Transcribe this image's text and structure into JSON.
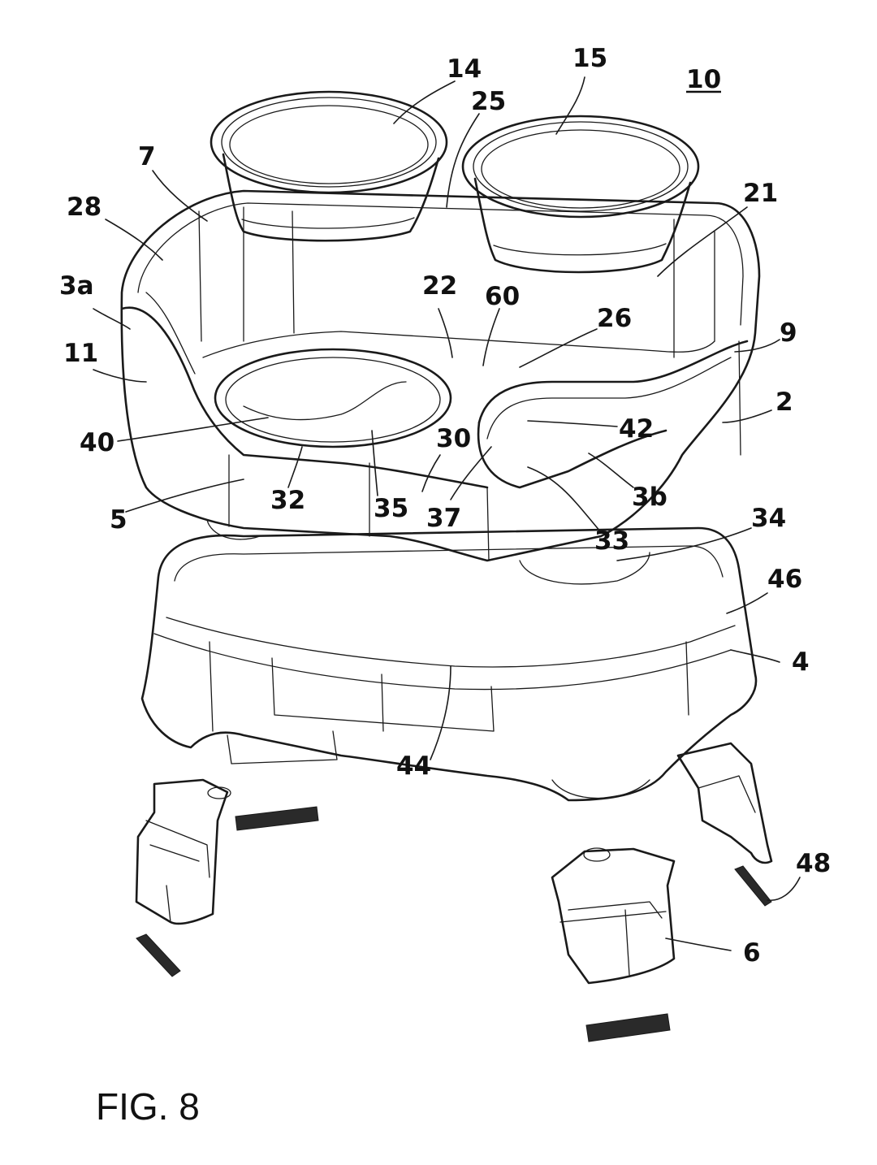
{
  "figure_label": "FIG. 8",
  "assembly_ref": "10",
  "reference_numerals": [
    "14",
    "15",
    "25",
    "7",
    "21",
    "28",
    "3a",
    "22",
    "60",
    "26",
    "9",
    "11",
    "2",
    "42",
    "40",
    "30",
    "5",
    "32",
    "35",
    "37",
    "3b",
    "33",
    "34",
    "46",
    "4",
    "44",
    "48",
    "6"
  ]
}
